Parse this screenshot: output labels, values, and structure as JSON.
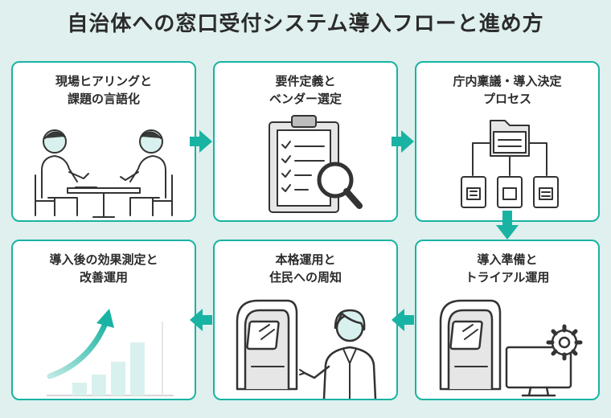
{
  "title": "自治体への窓口受付システム導入フローと進め方",
  "steps": [
    {
      "line1": "現場ヒアリングと",
      "line2": "課題の言語化"
    },
    {
      "line1": "要件定義と",
      "line2": "ベンダー選定"
    },
    {
      "line1": "庁内稟議・導入決定",
      "line2": "プロセス"
    },
    {
      "line1": "導入準備と",
      "line2": "トライアル運用"
    },
    {
      "line1": "本格運用と",
      "line2": "住民への周知"
    },
    {
      "line1": "導入後の効果測定と",
      "line2": "改善運用"
    }
  ],
  "colors": {
    "accent": "#19b3a3",
    "background": "#dff0ee"
  },
  "icons": [
    "meeting-illustration",
    "clipboard-magnifier-icon",
    "folder-hierarchy-icon",
    "kiosk-monitor-gear-icon",
    "kiosk-staff-illustration",
    "growth-chart-icon"
  ]
}
